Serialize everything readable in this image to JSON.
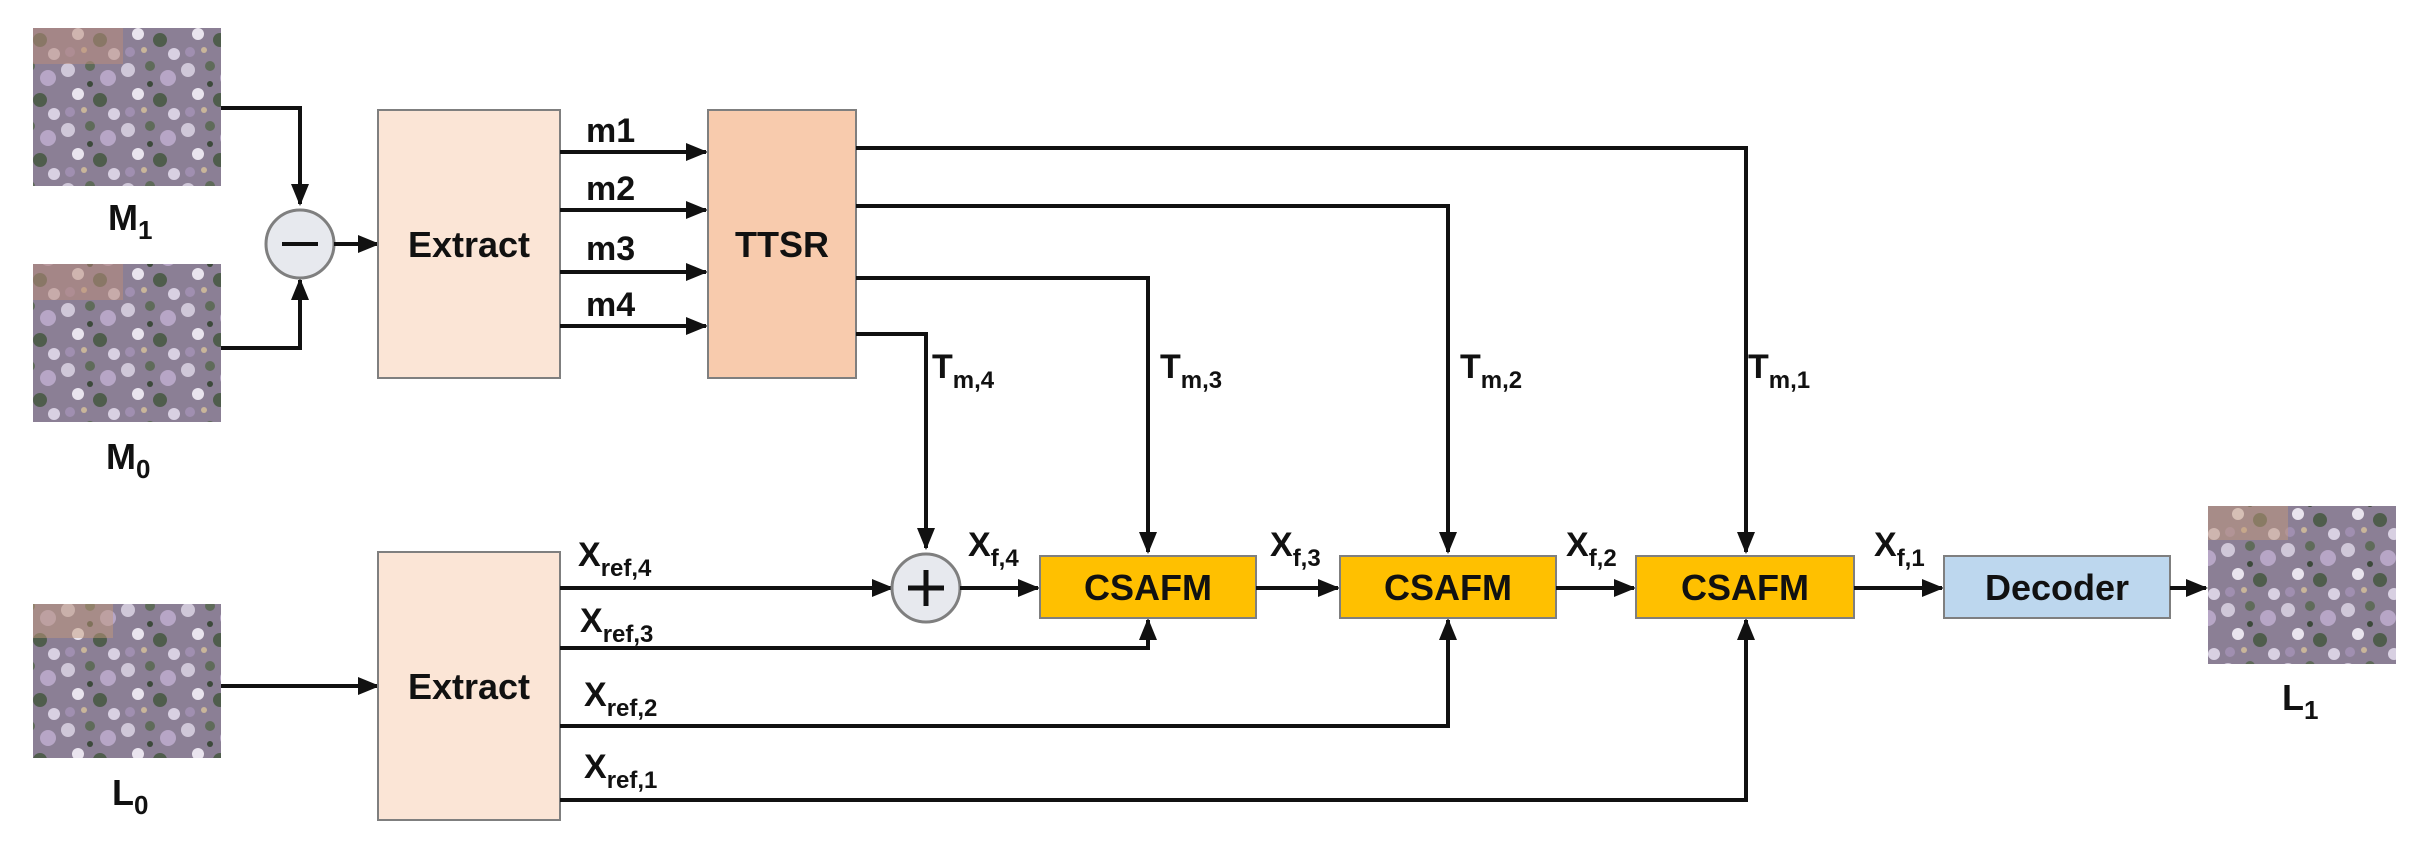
{
  "images": {
    "m1": {
      "main": "M",
      "sub": "1"
    },
    "m0": {
      "main": "M",
      "sub": "0"
    },
    "l0": {
      "main": "L",
      "sub": "0"
    },
    "l1": {
      "main": "L",
      "sub": "1"
    }
  },
  "blocks": {
    "extract_top": "Extract",
    "extract_bottom": "Extract",
    "ttsr": "TTSR",
    "csafm_1": "CSAFM",
    "csafm_2": "CSAFM",
    "csafm_3": "CSAFM",
    "decoder": "Decoder"
  },
  "operators": {
    "subtract": "−",
    "add": "+"
  },
  "features": {
    "m1": "m1",
    "m2": "m2",
    "m3": "m3",
    "m4": "m4"
  },
  "texture_labels": {
    "t4": {
      "main": "T",
      "sub": "m,4"
    },
    "t3": {
      "main": "T",
      "sub": "m,3"
    },
    "t2": {
      "main": "T",
      "sub": "m,2"
    },
    "t1": {
      "main": "T",
      "sub": "m,1"
    }
  },
  "ref_labels": {
    "r4": {
      "main": "X",
      "sub": "ref,4"
    },
    "r3": {
      "main": "X",
      "sub": "ref,3"
    },
    "r2": {
      "main": "X",
      "sub": "ref,2"
    },
    "r1": {
      "main": "X",
      "sub": "ref,1"
    }
  },
  "fused_labels": {
    "f4": {
      "main": "X",
      "sub": "f,4"
    },
    "f3": {
      "main": "X",
      "sub": "f,3"
    },
    "f2": {
      "main": "X",
      "sub": "f,2"
    },
    "f1": {
      "main": "X",
      "sub": "f,1"
    }
  },
  "colors": {
    "extract": "#fbe5d6",
    "ttsr": "#f8cbad",
    "csafm": "#ffc000",
    "decoder": "#bdd7ee",
    "operator": "#e7e9ee",
    "border": "#7f7f7f"
  }
}
